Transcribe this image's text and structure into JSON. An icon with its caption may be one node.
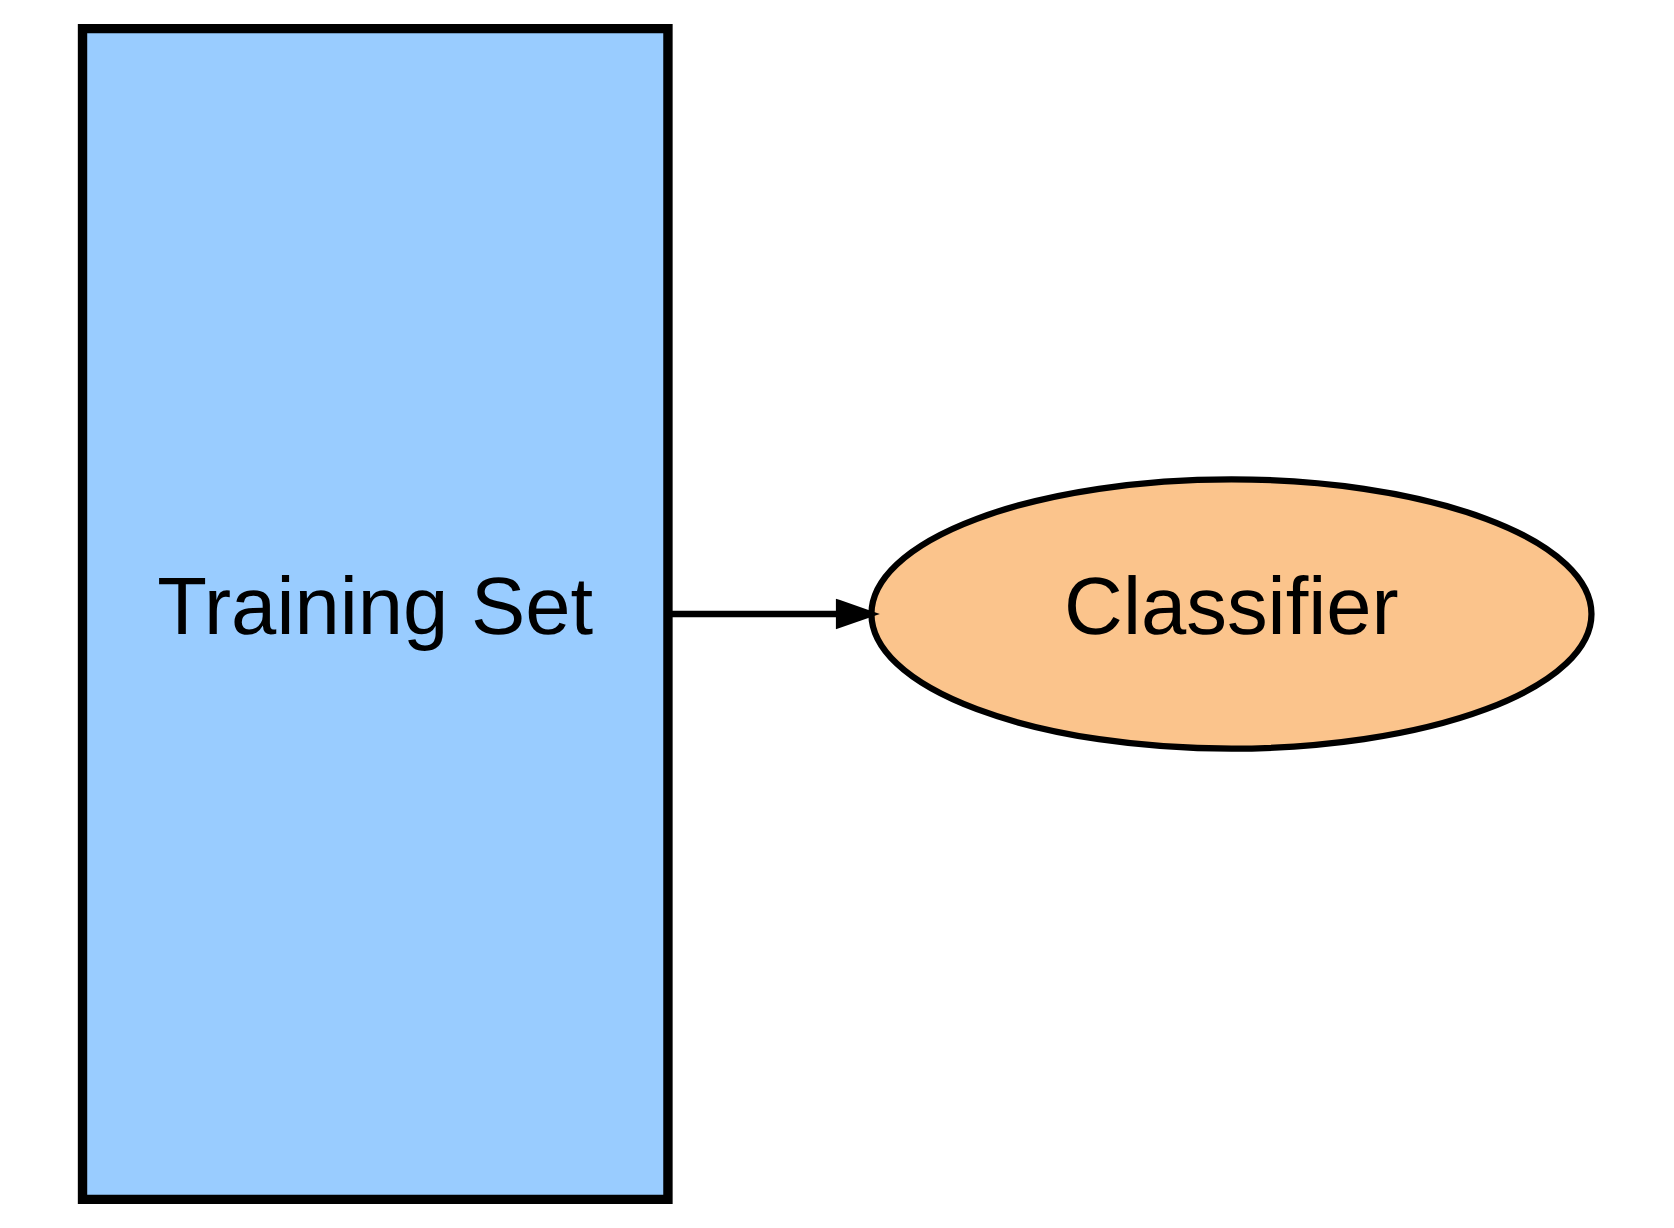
{
  "diagram": {
    "nodes": [
      {
        "text": [
          "Training Set"
        ]
      },
      {
        "text": [
          "Classifier"
        ]
      }
    ],
    "edges": [
      {
        "from": 0,
        "to": 1,
        "arrow": "to"
      }
    ]
  }
}
